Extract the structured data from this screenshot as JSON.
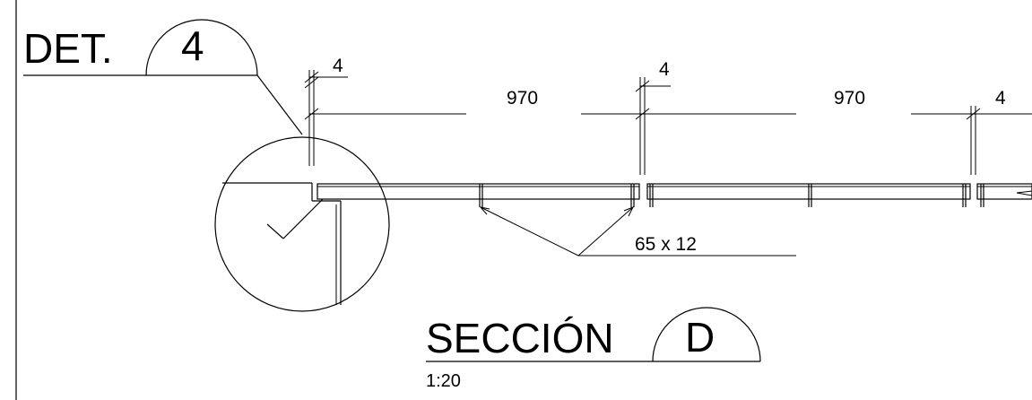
{
  "detail_callout": {
    "prefix": "DET.",
    "number": "4"
  },
  "section_callout": {
    "label": "SECCIÓN",
    "letter": "D",
    "scale": "1:20"
  },
  "dimensions": {
    "left_gap": "4",
    "span_1": "970",
    "middle_gap": "4",
    "span_2": "970",
    "right_gap": "4"
  },
  "profile_label": "65 x 12"
}
